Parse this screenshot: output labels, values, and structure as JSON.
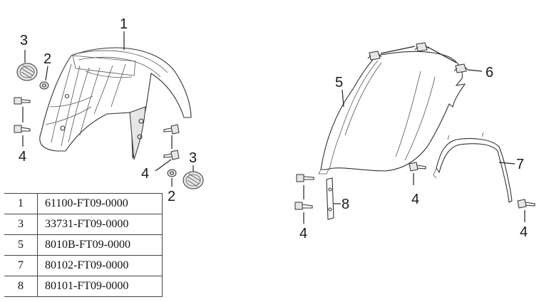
{
  "callouts": {
    "front_fender": "1",
    "reflector_left": "3",
    "nut_left": "2",
    "bolt_left": "4",
    "bolt_center": "4",
    "nut_center": "2",
    "reflector_right": "3",
    "rear_fender": "5",
    "clip": "6",
    "bracket": "7",
    "plate": "8",
    "bolt_rear_left": "4",
    "bolt_rear_mid": "4",
    "bolt_rear_right": "4"
  },
  "parts_table": [
    {
      "index": "1",
      "part_no": "61100-FT09-0000"
    },
    {
      "index": "3",
      "part_no": "33731-FT09-0000"
    },
    {
      "index": "5",
      "part_no": "8010B-FT09-0000"
    },
    {
      "index": "7",
      "part_no": "80102-FT09-0000"
    },
    {
      "index": "8",
      "part_no": "80101-FT09-0000"
    }
  ]
}
